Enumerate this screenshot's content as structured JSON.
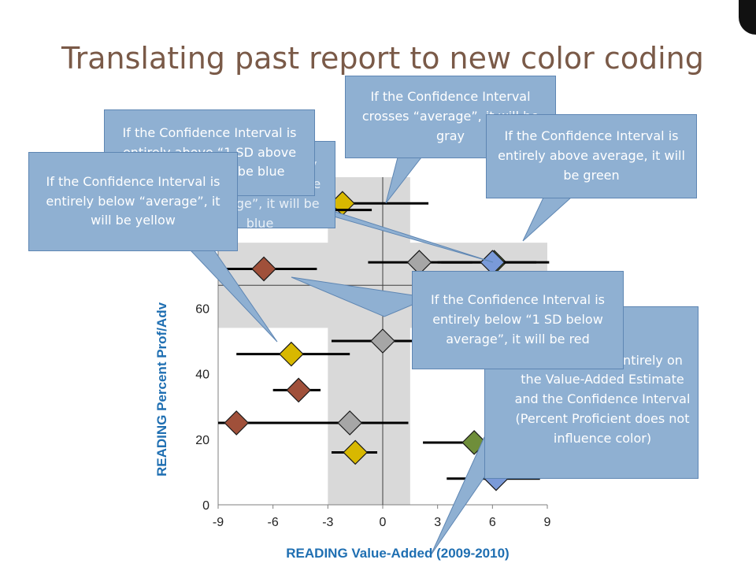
{
  "slide": {
    "title": "Translating past report to new color coding"
  },
  "chart_data": {
    "type": "scatter",
    "xlabel": "READING Value-Added (2009-2010)",
    "ylabel": "READING Percent Prof/Adv",
    "xlim": [
      -9,
      9
    ],
    "ylim": [
      0,
      100
    ],
    "xticks": [
      "-9",
      "-6",
      "-3",
      "0",
      "3",
      "6",
      "9"
    ],
    "yticks": [
      "0",
      "20",
      "40",
      "60"
    ],
    "bands": {
      "average_x_range": [
        -3,
        1.5
      ],
      "average_y_range": [
        54,
        80
      ]
    },
    "colors": {
      "yellow": "#d8b800",
      "red": "#a0503a",
      "gray": "#a6a6a6",
      "green": "#6f8e3a",
      "blue": "#7a9ad8",
      "band": "#d9d9d9"
    },
    "points": [
      {
        "x": -2.2,
        "y": 92,
        "xmin": -6.0,
        "xmax": 2.5,
        "color": "yellow"
      },
      {
        "x": -4.6,
        "y": 90,
        "xmin": -8.5,
        "xmax": -0.6,
        "color": "gray"
      },
      {
        "x": -6.5,
        "y": 72,
        "xmin": -9.0,
        "xmax": -3.6,
        "color": "red"
      },
      {
        "x": 2.0,
        "y": 74,
        "xmin": -0.8,
        "xmax": 4.9,
        "color": "gray"
      },
      {
        "x": 6.1,
        "y": 74,
        "xmin": 3.2,
        "xmax": 9.1,
        "color": "green"
      },
      {
        "x": 6.0,
        "y": 74,
        "xmin": 3.0,
        "xmax": 8.4,
        "color": "blue"
      },
      {
        "x": 0.0,
        "y": 50,
        "xmin": -2.8,
        "xmax": 2.8,
        "color": "gray"
      },
      {
        "x": -5.0,
        "y": 46,
        "xmin": -8.0,
        "xmax": -1.8,
        "color": "yellow"
      },
      {
        "x": -4.6,
        "y": 35,
        "xmin": -6.0,
        "xmax": -3.4,
        "color": "red"
      },
      {
        "x": -8.0,
        "y": 25,
        "xmin": -9.0,
        "xmax": -4.3,
        "color": "red"
      },
      {
        "x": -1.8,
        "y": 25,
        "xmin": -4.7,
        "xmax": 1.4,
        "color": "gray"
      },
      {
        "x": -1.5,
        "y": 16,
        "xmin": -2.8,
        "xmax": -0.3,
        "color": "yellow"
      },
      {
        "x": 5.0,
        "y": 19,
        "xmin": 2.2,
        "xmax": 7.8,
        "color": "green"
      },
      {
        "x": 6.2,
        "y": 8,
        "xmin": 3.5,
        "xmax": 8.6,
        "color": "blue"
      }
    ]
  },
  "callouts": {
    "gray": "If the Confidence Interval crosses “average”, it will be gray",
    "green": "If the Confidence Interval is entirely above average, it will be green",
    "blue": "If the Confidence Interval is entirely above “1 SD above average”, it will be blue",
    "blue_back": "If the Confidence Interval is entirely above “1 SD above average”, it will be blue",
    "yellow": "If the Confidence Interval is entirely below “average”, it will be yellow",
    "red": "If the Confidence Interval is entirely below “1 SD below average”, it will be red",
    "note": "Color is based entirely on the Value-Added Estimate and the Confidence Interval (Percent Proficient does not influence color)"
  }
}
